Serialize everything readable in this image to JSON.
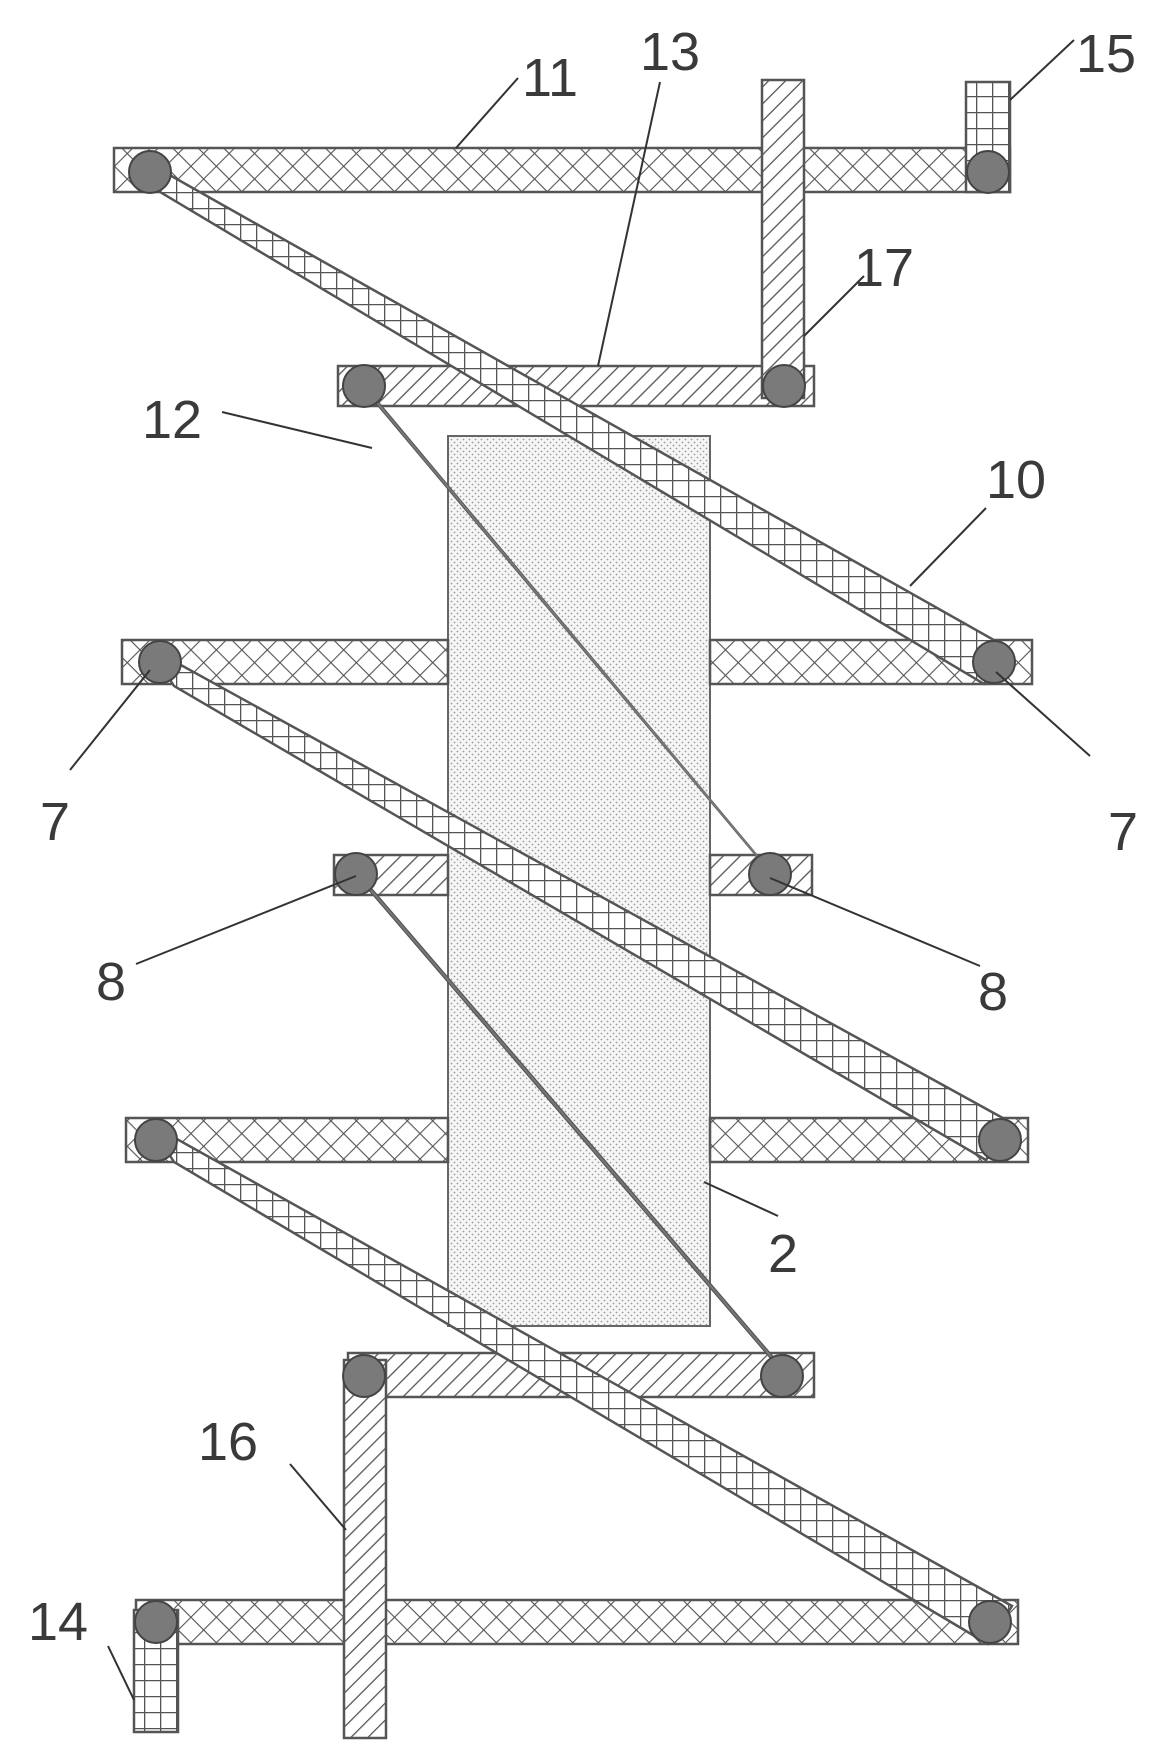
{
  "labels": {
    "n2": "2",
    "n7_left": "7",
    "n7_right": "7",
    "n8_left": "8",
    "n8_right": "8",
    "n10": "10",
    "n11": "11",
    "n12": "12",
    "n13": "13",
    "n14": "14",
    "n15": "15",
    "n16": "16",
    "n17": "17"
  },
  "colors": {
    "line": "#5a5a5a",
    "fill": "#ffffff",
    "pivot": "#777777",
    "block": "#f4f4f4"
  }
}
